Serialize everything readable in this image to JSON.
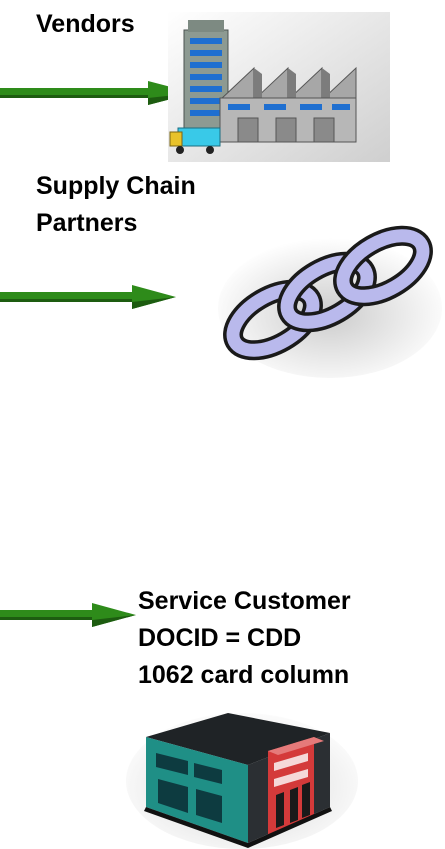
{
  "vendors": {
    "label": "Vendors",
    "icon": "factory-icon"
  },
  "supply_chain": {
    "label_line1": "Supply Chain",
    "label_line2": "Partners",
    "icon": "chain-link-icon"
  },
  "service_customer": {
    "line1": "Service Customer",
    "line2": "DOCID  =  CDD",
    "line3": "1062 card column",
    "icon": "building-icon"
  },
  "colors": {
    "arrow_green": "#2e8b1a",
    "arrow_green_dark": "#1d5c10",
    "chain_fill": "#b9b9ec",
    "building_red": "#d43a3a"
  }
}
